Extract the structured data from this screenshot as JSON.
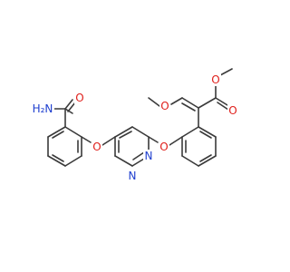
{
  "molecule": {
    "atom_color": "#3a3a3a",
    "labels": [
      {
        "id": "amide-n",
        "text": "H₂N",
        "element": "N",
        "color": "#1f3fcf"
      },
      {
        "id": "amide-o",
        "text": "O",
        "element": "O",
        "color": "#e0201c"
      },
      {
        "id": "ether-o-left",
        "text": "O",
        "element": "O",
        "color": "#e0201c"
      },
      {
        "id": "ether-o-right",
        "text": "O",
        "element": "O",
        "color": "#e0201c"
      },
      {
        "id": "pyrimidine-n1",
        "text": "N",
        "element": "N",
        "color": "#1f3fcf"
      },
      {
        "id": "pyrimidine-n2",
        "text": "N",
        "element": "N",
        "color": "#1f3fcf"
      },
      {
        "id": "methoxy-o",
        "text": "O",
        "element": "O",
        "color": "#e0201c"
      },
      {
        "id": "ester-o-single",
        "text": "O",
        "element": "O",
        "color": "#e0201c"
      },
      {
        "id": "ester-o-double",
        "text": "O",
        "element": "O",
        "color": "#e0201c"
      }
    ]
  }
}
